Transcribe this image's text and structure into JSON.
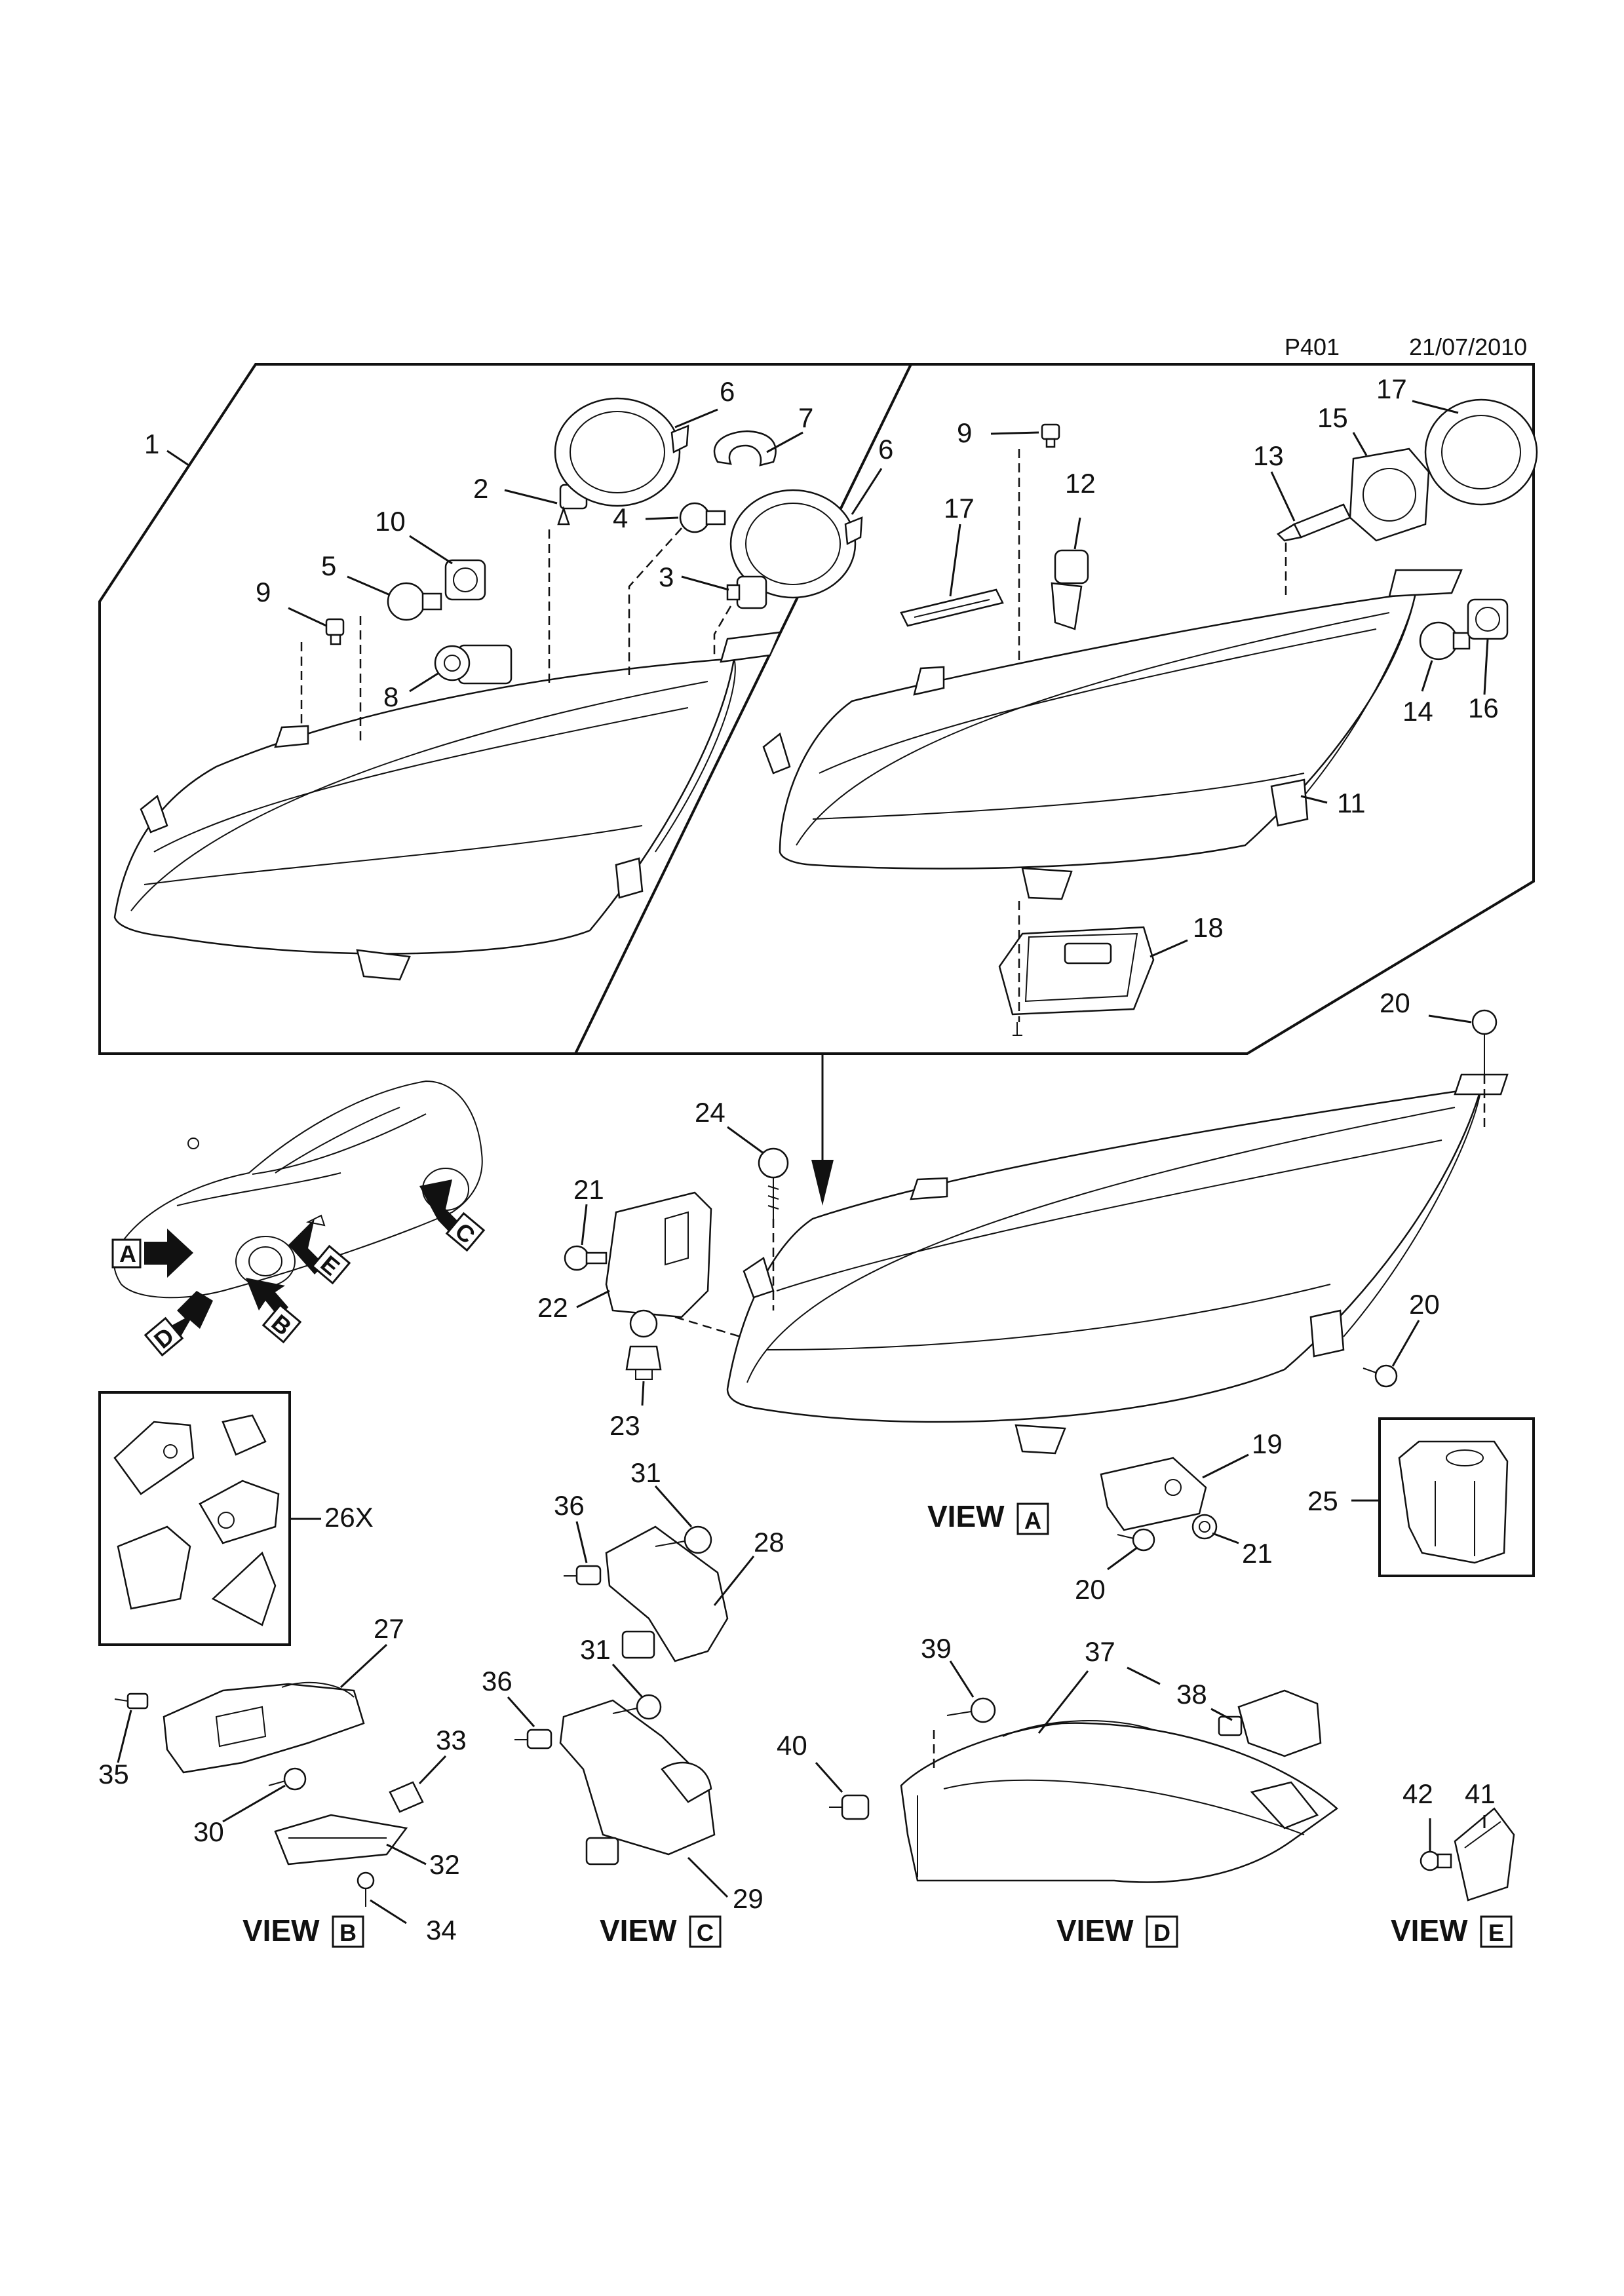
{
  "header": {
    "page_code": "P401",
    "date": "21/07/2010"
  },
  "callouts": {
    "c1": "1",
    "c2": "2",
    "c3": "3",
    "c4": "4",
    "c5": "5",
    "c6a": "6",
    "c6b": "6",
    "c7": "7",
    "c8": "8",
    "c9a": "9",
    "c9b": "9",
    "c10": "10",
    "c11": "11",
    "c12": "12",
    "c13": "13",
    "c14": "14",
    "c15": "15",
    "c16": "16",
    "c17a": "17",
    "c17b": "17",
    "c18": "18",
    "c19": "19",
    "c20a": "20",
    "c20b": "20",
    "c20c": "20",
    "c21a": "21",
    "c21b": "21",
    "c22": "22",
    "c23": "23",
    "c24": "24",
    "c25": "25",
    "c26x": "26X",
    "c27": "27",
    "c28": "28",
    "c29": "29",
    "c30": "30",
    "c31a": "31",
    "c31b": "31",
    "c32": "32",
    "c33": "33",
    "c34": "34",
    "c35": "35",
    "c36a": "36",
    "c36b": "36",
    "c37": "37",
    "c38": "38",
    "c39": "39",
    "c40": "40",
    "c41": "41",
    "c42": "42"
  },
  "views": {
    "view_label": "VIEW",
    "a": "A",
    "b": "B",
    "c": "C",
    "d": "D",
    "e": "E"
  },
  "car_markers": {
    "a": "A",
    "b": "B",
    "c": "C",
    "d": "D",
    "e": "E"
  }
}
